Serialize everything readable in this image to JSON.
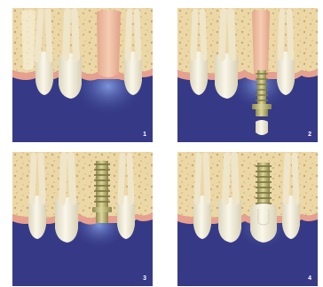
{
  "colors": {
    "background": "#363a86",
    "bone": "#ecd7a6",
    "bone_spot": "#caa86f",
    "gum": "#e8a08e",
    "root": "#f0c2a6",
    "tooth": "#f1ecd8",
    "implant": "#c8c27c",
    "glow": "#7d9ae0"
  },
  "panels": [
    {
      "label": "1",
      "stage": "missing-tooth"
    },
    {
      "label": "2",
      "stage": "implant-and-crown-separated"
    },
    {
      "label": "3",
      "stage": "implant-with-abutment"
    },
    {
      "label": "4",
      "stage": "crown-restored"
    }
  ]
}
